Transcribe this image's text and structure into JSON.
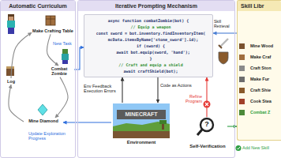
{
  "diagram": {
    "nodes": [
      {
        "text": [
          "Automatic Curriculum"
        ]
      },
      {
        "text": [
          "Log"
        ],
        "in": 0
      },
      {
        "text": [
          "Make Crafting Table"
        ],
        "in": 0
      },
      {
        "text": [
          "Combat Zombie"
        ],
        "in": 0
      },
      {
        "text": [
          "Mine Diamond"
        ],
        "in": 0
      },
      {
        "text": [
          "Iterative Prompting Mechanism"
        ]
      },
      {
        "text": [
          "async function combatZombie(bot) {",
          "  // Equip a weapon",
          "  const sword = bot.inventory.findInventoryItem(",
          "    mcData.itemsByName['stone_sword'].id);",
          "  if (sword) {",
          "    await bot.equip(sword, 'hand');",
          "  }",
          "  // Craft and equip a shield",
          "  await craftShield(bot);"
        ],
        "in": 5
      },
      {
        "text": [
          "Environment"
        ],
        "in": 5
      },
      {
        "text": [
          "Self-Verification"
        ],
        "in": 5
      },
      {
        "text": [
          "Skill Libr"
        ]
      },
      {
        "text": [
          "Mine Wood"
        ],
        "in": 9
      },
      {
        "text": [
          "Make Craf"
        ],
        "in": 9
      },
      {
        "text": [
          "Craft Ston"
        ],
        "in": 9
      },
      {
        "text": [
          "Make Fur"
        ],
        "in": 9
      },
      {
        "text": [
          "Craft Shie"
        ],
        "in": 9
      },
      {
        "text": [
          "Cook Stea"
        ],
        "in": 9
      },
      {
        "text": [
          "Combat Z"
        ],
        "in": 9
      }
    ],
    "edges": [
      {
        "from": 1,
        "to": 2,
        "arrow": "to"
      },
      {
        "from": 2,
        "to": 3,
        "arrow": "to"
      },
      {
        "from": 3,
        "to": 4,
        "arrow": "to"
      },
      {
        "from": 4,
        "to": 1,
        "arrow": "to"
      },
      {
        "from": 3,
        "to": 6,
        "label": "New Task",
        "arrow": "to"
      },
      {
        "from": 6,
        "to": 7,
        "label": "Code as Actions",
        "arrow": "to"
      },
      {
        "from": 7,
        "to": 6,
        "label": "Env Feedback Execution Errors",
        "arrow": "to"
      },
      {
        "from": 7,
        "to": 4,
        "label": "Update Exploration Progress",
        "arrow": "to"
      },
      {
        "from": 8,
        "to": 6,
        "label": "Refine Program",
        "arrow": "to"
      },
      {
        "from": 8,
        "to": 9,
        "label": "Add New Skill",
        "arrow": "to"
      },
      {
        "from": 9,
        "to": 6,
        "label": "Skill Retrieval",
        "arrow": "to"
      }
    ],
    "labels": [
      "MINECRAFT",
      "?"
    ]
  }
}
